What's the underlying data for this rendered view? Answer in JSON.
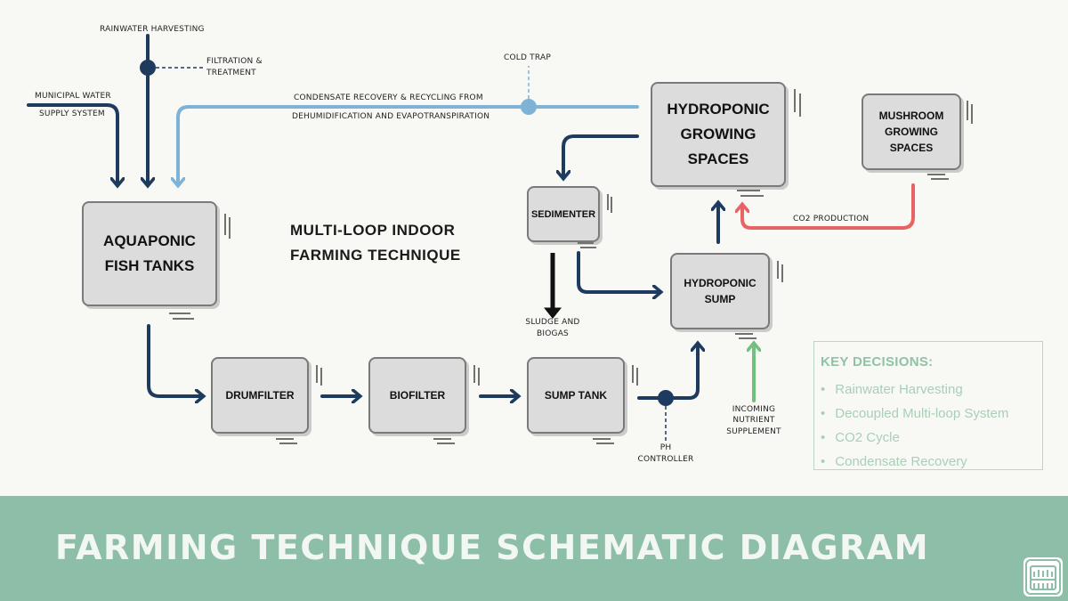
{
  "labels": {
    "rainwater": "RAINWATER HARVESTING",
    "filtration_1": "FILTRATION &",
    "filtration_2": "TREATMENT",
    "municipal_1": "MUNICIPAL WATER",
    "municipal_2": "SUPPLY SYSTEM",
    "cold_trap": "COLD TRAP",
    "condensate_1": "CONDENSATE RECOVERY & RECYCLING FROM",
    "condensate_2": "DEHUMIDIFICATION AND EVAPOTRANSPIRATION",
    "co2": "CO2 PRODUCTION",
    "sludge_1": "SLUDGE AND",
    "sludge_2": "BIOGAS",
    "ph_1": "PH",
    "ph_2": "CONTROLLER",
    "nutrient_1": "INCOMING",
    "nutrient_2": "NUTRIENT",
    "nutrient_3": "SUPPLEMENT"
  },
  "boxes": {
    "aquaponic_1": "AQUAPONIC",
    "aquaponic_2": "FISH TANKS",
    "hydroponic_spaces_1": "HYDROPONIC",
    "hydroponic_spaces_2": "GROWING",
    "hydroponic_spaces_3": "SPACES",
    "mushroom_1": "MUSHROOM",
    "mushroom_2": "GROWING",
    "mushroom_3": "SPACES",
    "sedimenter": "SEDIMENTER",
    "hydroponic_sump_1": "HYDROPONIC",
    "hydroponic_sump_2": "SUMP",
    "drumfilter": "DRUMFILTER",
    "biofilter": "BIOFILTER",
    "sump_tank": "SUMP TANK"
  },
  "diagram_title": {
    "line1": "MULTI-LOOP INDOOR",
    "line2": "FARMING TECHNIQUE"
  },
  "key_decisions": {
    "heading": "KEY DECISIONS:",
    "items": [
      "Rainwater Harvesting",
      "Decoupled Multi-loop System",
      "CO2 Cycle",
      "Condensate Recovery"
    ]
  },
  "footer": {
    "title": "FARMING TECHNIQUE SCHEMATIC DIAGRAM",
    "logo_icon": "greenhouse-icon"
  },
  "colors": {
    "dark_navy": "#1e3a5f",
    "light_blue": "#7fb3d5",
    "co2_red": "#e86464",
    "nutrient_green": "#72c07f",
    "footer_green": "#8dbfa8",
    "accent_green": "#8fc3a3"
  }
}
